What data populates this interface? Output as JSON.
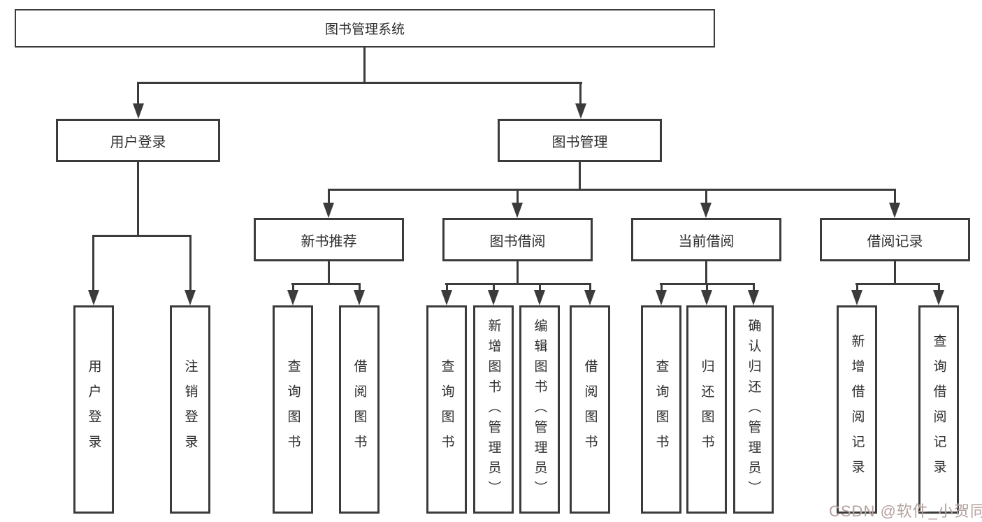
{
  "colors": {
    "line": "#3b3b3b",
    "text": "#2e2e2e",
    "background": "#ffffff",
    "watermark": "#b5a29e"
  },
  "tree": {
    "root": "图书管理系统",
    "children": [
      {
        "label": "用户登录",
        "children": [
          "用户登录",
          "注销登录"
        ]
      },
      {
        "label": "图书管理",
        "children": [
          {
            "label": "新书推荐",
            "children": [
              "查询图书",
              "借阅图书"
            ]
          },
          {
            "label": "图书借阅",
            "children": [
              "查询图书",
              "新增图书（管理员）",
              "编辑图书（管理员）",
              "借阅图书"
            ]
          },
          {
            "label": "当前借阅",
            "children": [
              "查询图书",
              "归还图书",
              "确认归还（管理员）"
            ]
          },
          {
            "label": "借阅记录",
            "children": [
              "新增借阅记录",
              "查询借阅记录"
            ]
          }
        ]
      }
    ]
  },
  "watermark": {
    "text": "CSDN @软件_小贺同学"
  }
}
